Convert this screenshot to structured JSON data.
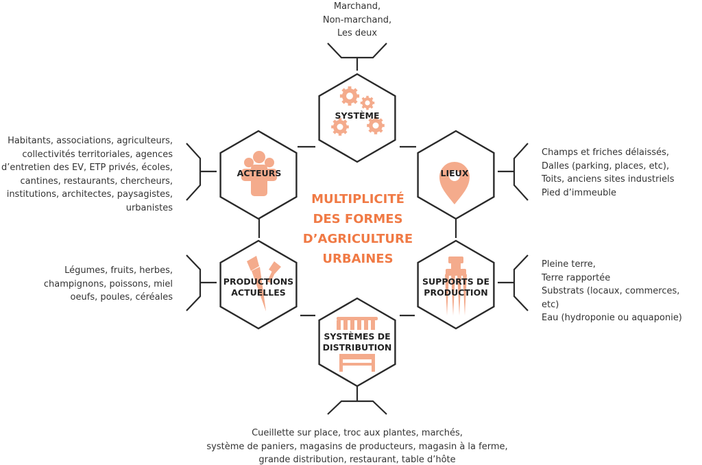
{
  "colors": {
    "accent": "#f07a45",
    "icon": "#f4ab8c",
    "outline": "#2a2a2a",
    "text": "#333333"
  },
  "center": {
    "title": "MULTIPLICITÉ\nDES FORMES\nD’AGRICULTURE\nURBAINES"
  },
  "nodes": [
    {
      "id": "systeme",
      "label": "SYSTÈME",
      "icon": "gears-icon",
      "description": "Marchand,\nNon-marchand,\nLes deux"
    },
    {
      "id": "lieux",
      "label": "LIEUX",
      "icon": "location-pin-icon",
      "description": "Champs et friches délaissés,\nDalles (parking, places, etc),\nToits, anciens sites industriels\nPied d’immeuble"
    },
    {
      "id": "supports",
      "label": "SUPPORTS DE\nPRODUCTION",
      "icon": "garden-fork-icon",
      "description": "Pleine terre,\nTerre rapportée\nSubstrats (locaux, commerces, etc)\nEau (hydroponie ou aquaponie)"
    },
    {
      "id": "distribution",
      "label": "SYSTÈMES DE\nDISTRIBUTION",
      "icon": "market-stall-icon",
      "description": "Cueillette sur place, troc aux plantes, marchés,\nsystème de paniers, magasins de producteurs, magasin à la ferme,\ngrande distribution, restaurant, table d’hôte"
    },
    {
      "id": "productions",
      "label": "PRODUCTIONS\nACTUELLES",
      "icon": "carrot-trowel-icon",
      "description": "Légumes, fruits, herbes,\nchampignons, poissons, miel\noeufs, poules, céréales"
    },
    {
      "id": "acteurs",
      "label": "ACTEURS",
      "icon": "people-group-icon",
      "description": "Habitants, associations, agriculteurs,\ncollectivités territoriales, agences\nd’entretien des EV, ETP privés, écoles,\ncantines, restaurants, chercheurs,\ninstitutions, architectes, paysagistes,\nurbanistes"
    }
  ]
}
